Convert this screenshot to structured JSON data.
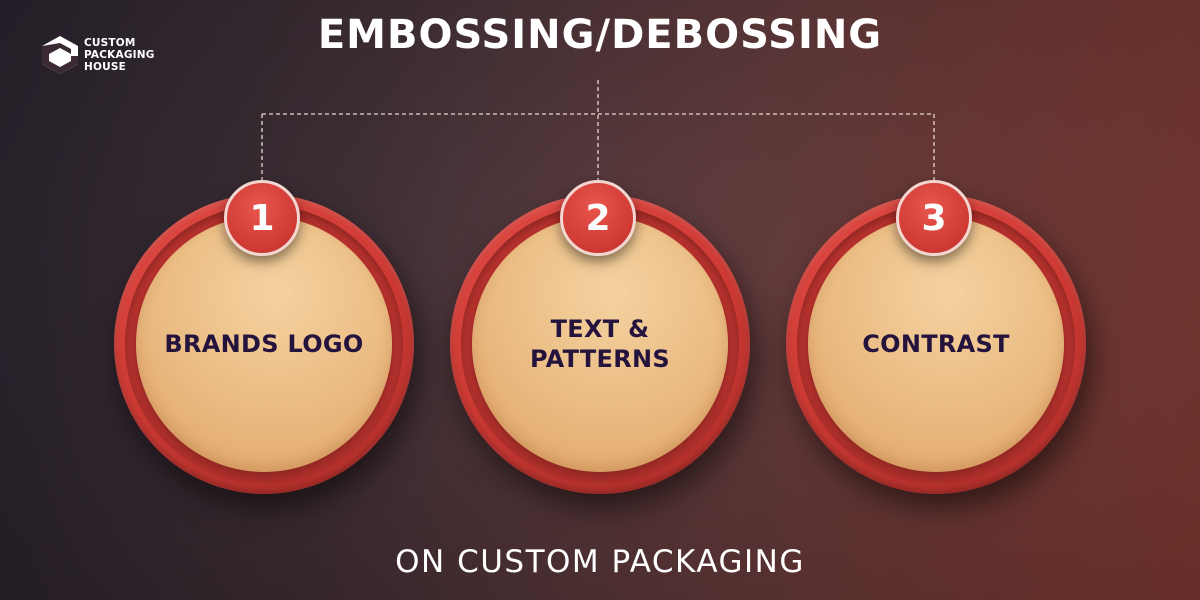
{
  "brand": {
    "name_lines": [
      "CUSTOM",
      "PACKAGING",
      "HOUSE"
    ],
    "icon": "cube-logo-icon"
  },
  "title": "EMBOSSING/DEBOSSING",
  "items": [
    {
      "number": "1",
      "label": "BRANDS LOGO"
    },
    {
      "number": "2",
      "label": "TEXT &\nPATTERNS"
    },
    {
      "number": "3",
      "label": "CONTRAST"
    }
  ],
  "subtitle": "ON CUSTOM PACKAGING",
  "colors": {
    "ring": "#d13b35",
    "disc": "#ecbe86",
    "label_text": "#24143d",
    "background_left": "#2b2430",
    "background_right": "#8a3d36"
  }
}
